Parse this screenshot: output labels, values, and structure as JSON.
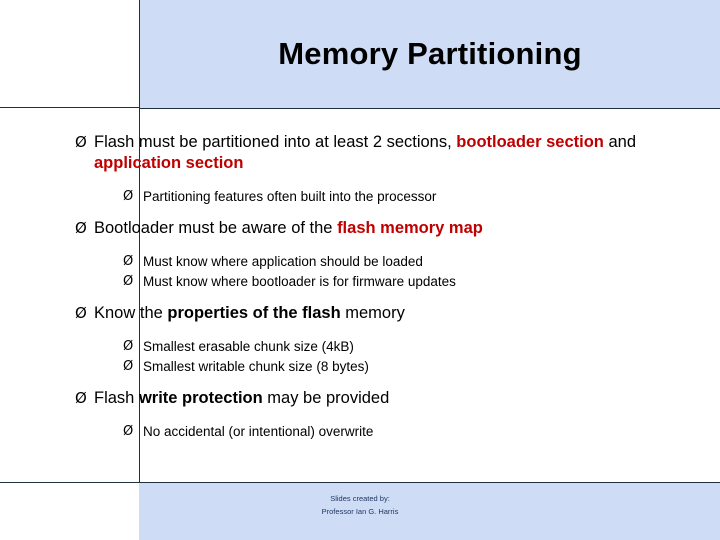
{
  "slide": {
    "title": "Memory Partitioning",
    "bullet_lvl1_glyph": "Ø",
    "bullet_lvl2_glyph": "Ø",
    "points": [
      {
        "level": 1,
        "segments": [
          {
            "text": "Flash must be partitioned into at least 2 sections, ",
            "style": "normal"
          },
          {
            "text": "bootloader section",
            "style": "red"
          },
          {
            "text": " and ",
            "style": "normal"
          },
          {
            "text": "application section",
            "style": "red"
          }
        ]
      },
      {
        "level": 2,
        "segments": [
          {
            "text": "Partitioning features often built into the processor",
            "style": "normal"
          }
        ]
      },
      {
        "level": 1,
        "segments": [
          {
            "text": "Bootloader must be aware of the ",
            "style": "normal"
          },
          {
            "text": "flash memory map",
            "style": "red"
          }
        ]
      },
      {
        "level": 2,
        "segments": [
          {
            "text": "Must know where application should be loaded",
            "style": "normal"
          }
        ]
      },
      {
        "level": 2,
        "segments": [
          {
            "text": "Must know where bootloader is for firmware updates",
            "style": "normal"
          }
        ]
      },
      {
        "level": 1,
        "segments": [
          {
            "text": "Know the ",
            "style": "normal"
          },
          {
            "text": "properties of the flash",
            "style": "bold"
          },
          {
            "text": " memory",
            "style": "normal"
          }
        ]
      },
      {
        "level": 2,
        "segments": [
          {
            "text": "Smallest erasable chunk size (4kB)",
            "style": "normal"
          }
        ]
      },
      {
        "level": 2,
        "segments": [
          {
            "text": "Smallest writable chunk size (8 bytes)",
            "style": "normal"
          }
        ]
      },
      {
        "level": 1,
        "segments": [
          {
            "text": "Flash ",
            "style": "normal"
          },
          {
            "text": "write protection",
            "style": "bold"
          },
          {
            "text": " may be provided",
            "style": "normal"
          }
        ]
      },
      {
        "level": 2,
        "segments": [
          {
            "text": "No accidental (or intentional) overwrite",
            "style": "normal"
          }
        ]
      }
    ],
    "footer": {
      "line1": "Slides created by:",
      "line2": "Professor Ian G. Harris"
    },
    "colors": {
      "banner": "#cfdcf5",
      "accent_red": "#c00000",
      "footer_text": "#1f3864",
      "rule": "#20303f"
    }
  }
}
